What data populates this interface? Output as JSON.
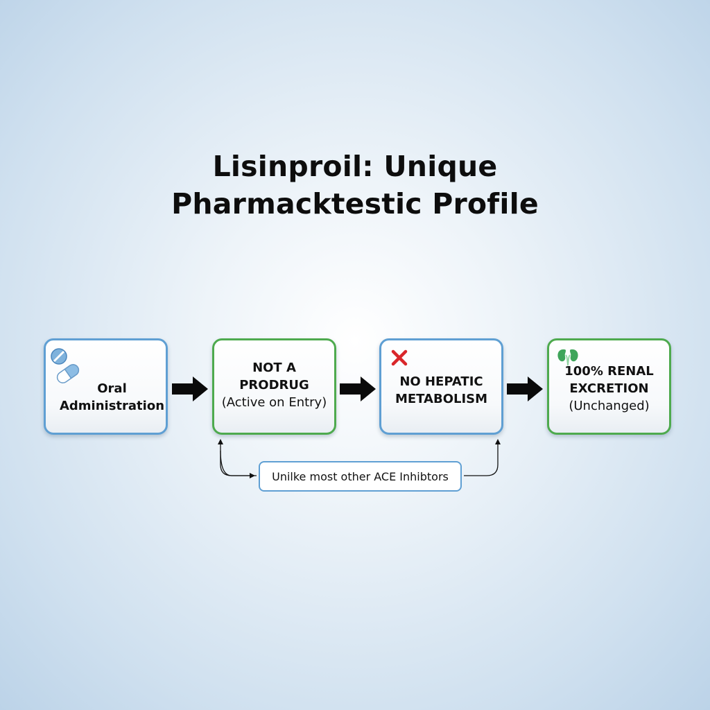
{
  "title": {
    "line1": "Lisinproil: Unique",
    "line2": "Pharmacktestic Profile"
  },
  "steps": [
    {
      "line1": "Oral",
      "line2": "Administration",
      "icon": "pill-capsule-icon",
      "border_color": "#5f9fd3"
    },
    {
      "line1": "NOT A",
      "line2": "PRODRUG",
      "line3": "(Active on Entry)",
      "border_color": "#4eaa4e"
    },
    {
      "line1": "NO HEPATIC",
      "line2": "METABOLISM",
      "icon": "red-x-icon",
      "border_color": "#5f9fd3"
    },
    {
      "line1": "100% RENAL",
      "line2": "EXCRETION",
      "line3": "(Unchanged)",
      "icon": "kidney-icon",
      "border_color": "#4eaa4e"
    }
  ],
  "note": {
    "text": "Unilke most other ACE Inhibtors"
  },
  "colors": {
    "blue_border": "#5f9fd3",
    "green_border": "#4eaa4e",
    "x_red": "#d9262a",
    "kidney_green": "#3fa55a"
  }
}
